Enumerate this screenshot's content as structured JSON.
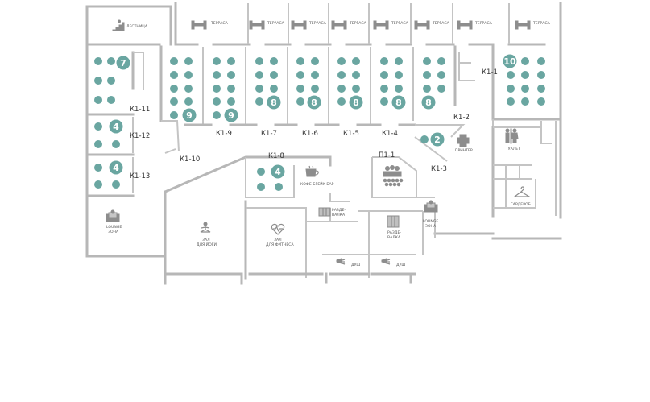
{
  "colors": {
    "wall": "#b7b7b7",
    "seat": "#6aa6a1",
    "badge": "#6aa6a1",
    "icon": "#8d8d8d"
  },
  "rooms": {
    "k1_1": "К1-1",
    "k1_2": "К1-2",
    "k1_3": "К1-3",
    "k1_4": "К1-4",
    "k1_5": "К1-5",
    "k1_6": "К1-6",
    "k1_7": "К1-7",
    "k1_8": "К1-8",
    "k1_9": "К1-9",
    "k1_10": "К1-10",
    "k1_11": "К1-11",
    "k1_12": "К1-12",
    "k1_13": "К1-13",
    "p1_1": "П1-1"
  },
  "badges": {
    "k1_1": "10",
    "k1_2": "8",
    "k1_3": "2",
    "k1_4": "8",
    "k1_5": "8",
    "k1_6": "8",
    "k1_7": "8",
    "k1_8": "4",
    "k1_9a": "9",
    "k1_9b": "9",
    "k1_11": "7",
    "k1_12": "4",
    "k1_13": "4"
  },
  "amenities": {
    "stairs": "ЛЕСТНИЦА",
    "terrace": "ТЕРРАСА",
    "printer": "ПРИНТЕР",
    "toilet": "ТУАЛЕТ",
    "wardrobe": "ГАРДЕРОБ",
    "lounge1": "LOUNGE",
    "lounge2": "ЗОНА",
    "coffee": "КОФЕ-БРЕЙК БАР",
    "cloak1a": "РАЗДЕ-",
    "cloak1b": "ВАЛКА",
    "cloak2a": "РАЗДЕ-",
    "cloak2b": "ВАЛКА",
    "yoga1": "ЗАЛ",
    "yoga2": "ДЛЯ ЙОГИ",
    "fitness1": "ЗАЛ",
    "fitness2": "ДЛЯ ФИТНЕСА",
    "shower": "ДУШ"
  }
}
